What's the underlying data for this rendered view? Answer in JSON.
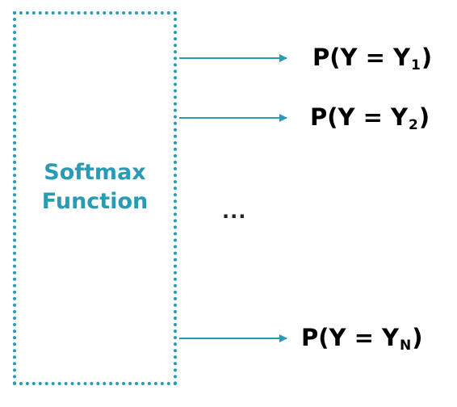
{
  "box": {
    "label_line1": "Softmax",
    "label_line2": "Function"
  },
  "outputs": [
    {
      "prefix": "P(Y = Y",
      "subscript": "1",
      "suffix": ")"
    },
    {
      "prefix": "P(Y = Y",
      "subscript": "2",
      "suffix": ")"
    },
    {
      "prefix": "P(Y = Y",
      "subscript": "N",
      "suffix": ")"
    }
  ],
  "ellipsis": "...",
  "colors": {
    "accent": "#2a9bb5",
    "text": "#000000"
  }
}
